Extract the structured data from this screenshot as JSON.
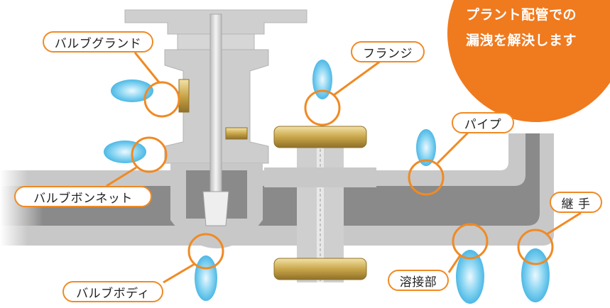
{
  "badge": {
    "line1": "プラント配管での",
    "line2": "漏洩を解決します"
  },
  "labels": {
    "valve_gland": "バルブグランド",
    "flange": "フランジ",
    "pipe": "パイプ",
    "valve_bonnet": "バルブボンネット",
    "joint": "継 手",
    "weld": "溶接部",
    "valve_body": "バルブボディ"
  },
  "colors": {
    "accent": "#f08a24",
    "badge": "#f07a1e",
    "steel": "#c8c8c8",
    "pipe_core": "#8a8a8a",
    "brass": "#c9a64a",
    "leak": "#5bc4ec"
  }
}
